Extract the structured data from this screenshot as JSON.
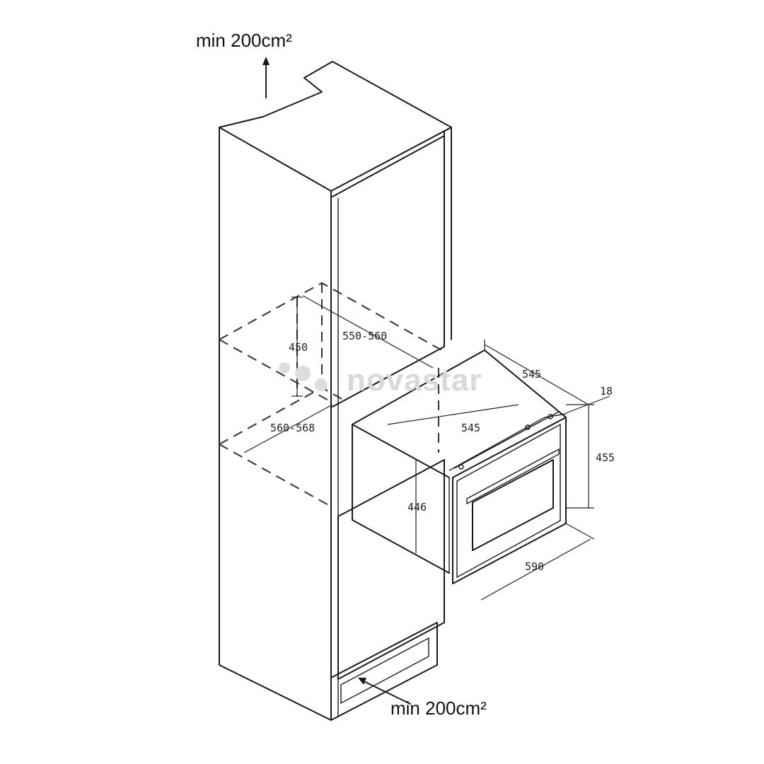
{
  "vent_top": "min 200cm²",
  "vent_bottom": "min 200cm²",
  "dimensions": {
    "niche_height": "450",
    "niche_depth": "550-560",
    "niche_width": "560-568",
    "oven_depth_top": "545",
    "oven_depth_side": "545",
    "oven_front_offset": "18",
    "oven_front_height": "455",
    "oven_body_height": "446",
    "oven_front_width": "590"
  },
  "watermark": "novastar"
}
